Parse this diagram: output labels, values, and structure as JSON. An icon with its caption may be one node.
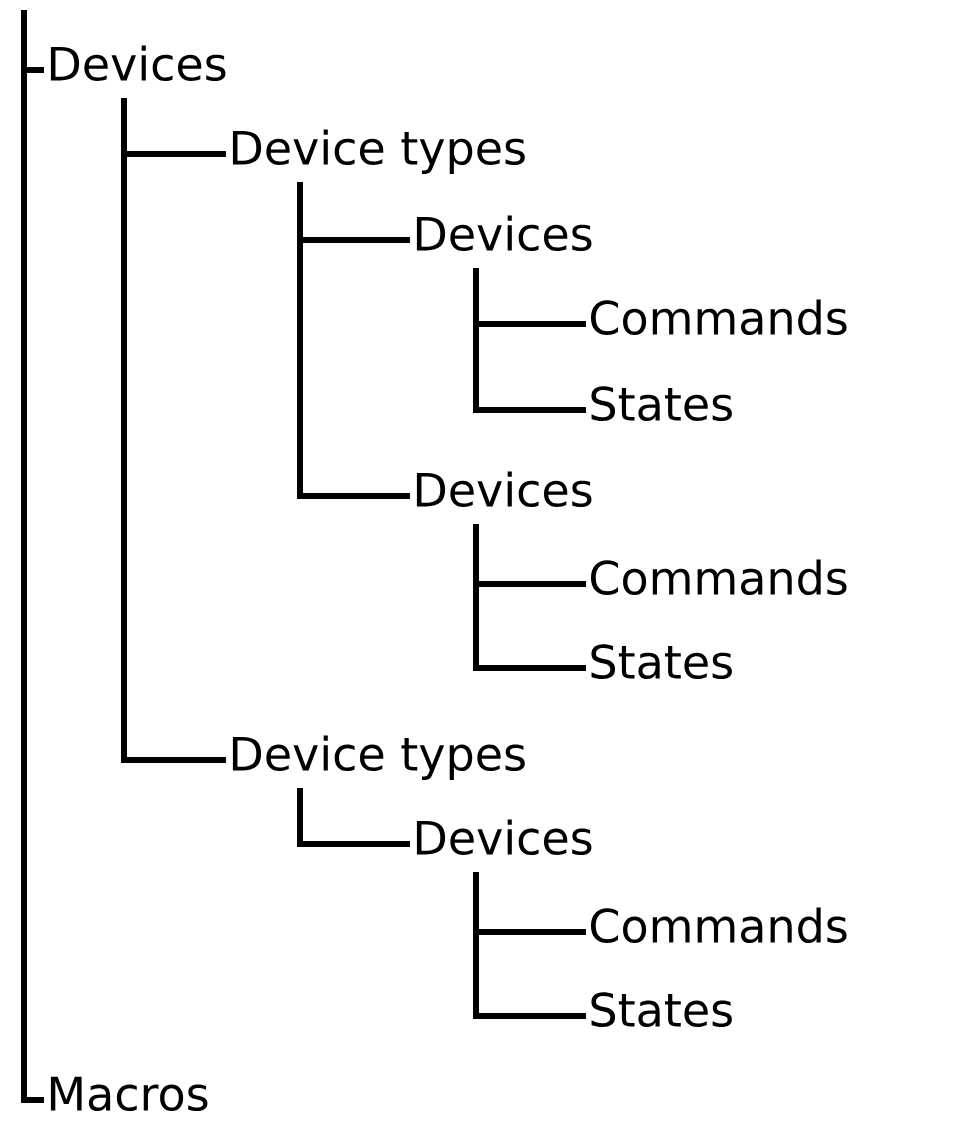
{
  "diagram": {
    "nodes": [
      {
        "text": [
          "Devices"
        ]
      },
      {
        "text": [
          "Device types"
        ]
      },
      {
        "text": [
          "Devices"
        ]
      },
      {
        "text": [
          "Commands"
        ]
      },
      {
        "text": [
          "States"
        ]
      },
      {
        "text": [
          "Devices"
        ]
      },
      {
        "text": [
          "Commands"
        ]
      },
      {
        "text": [
          "States"
        ]
      },
      {
        "text": [
          "Device types"
        ]
      },
      {
        "text": [
          "Devices"
        ]
      },
      {
        "text": [
          "Commands"
        ]
      },
      {
        "text": [
          "States"
        ]
      },
      {
        "text": [
          "Macros"
        ]
      }
    ],
    "edges": [
      {
        "from": 0,
        "to": 12,
        "arrow": "none"
      },
      {
        "from": 0,
        "to": 1,
        "arrow": "none"
      },
      {
        "from": 0,
        "to": 8,
        "arrow": "none"
      },
      {
        "from": 1,
        "to": 2,
        "arrow": "none"
      },
      {
        "from": 1,
        "to": 5,
        "arrow": "none"
      },
      {
        "from": 2,
        "to": 3,
        "arrow": "none"
      },
      {
        "from": 2,
        "to": 4,
        "arrow": "none"
      },
      {
        "from": 5,
        "to": 6,
        "arrow": "none"
      },
      {
        "from": 5,
        "to": 7,
        "arrow": "none"
      },
      {
        "from": 8,
        "to": 9,
        "arrow": "none"
      },
      {
        "from": 9,
        "to": 10,
        "arrow": "none"
      },
      {
        "from": 9,
        "to": 11,
        "arrow": "none"
      }
    ]
  }
}
